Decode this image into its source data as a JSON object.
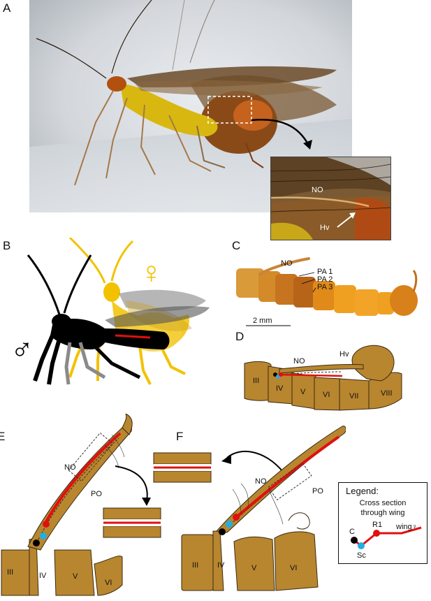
{
  "panels": {
    "a": {
      "label": "A",
      "inset_labels": {
        "no": "NO",
        "hv": "Hv"
      }
    },
    "b": {
      "label": "B",
      "male_symbol": "♂",
      "female_symbol": "♀"
    },
    "c": {
      "label": "C",
      "labels": {
        "no": "NO",
        "pa1": "PA 1",
        "pa2": "PA 2",
        "pa3": "PA 3"
      },
      "scale_bar": "2 mm"
    },
    "d": {
      "label": "D",
      "labels": {
        "no": "NO",
        "hv": "Hv"
      },
      "segments": [
        "III",
        "IV",
        "V",
        "VI",
        "VII",
        "VIII"
      ]
    },
    "e": {
      "label": "E",
      "labels": {
        "no": "NO",
        "po": "PO"
      },
      "segments": [
        "III",
        "IV",
        "V",
        "VI"
      ]
    },
    "f": {
      "label": "F",
      "labels": {
        "no": "NO",
        "po": "PO"
      },
      "segments": [
        "III",
        "IV",
        "V",
        "VI"
      ]
    }
  },
  "legend": {
    "title": "Legend:",
    "subtitle_line1": "Cross section",
    "subtitle_line2": "through wing",
    "c": "C",
    "sc": "Sc",
    "r1": "R1",
    "wing": "wing♀"
  },
  "colors": {
    "segment_fill": "#b8862f",
    "segment_stroke": "#3a2a10",
    "vein_red": "#e01010",
    "vein_blue": "#22aee6",
    "vein_black": "#000000",
    "female_yellow": "#f2c200",
    "male_black": "#000000"
  }
}
